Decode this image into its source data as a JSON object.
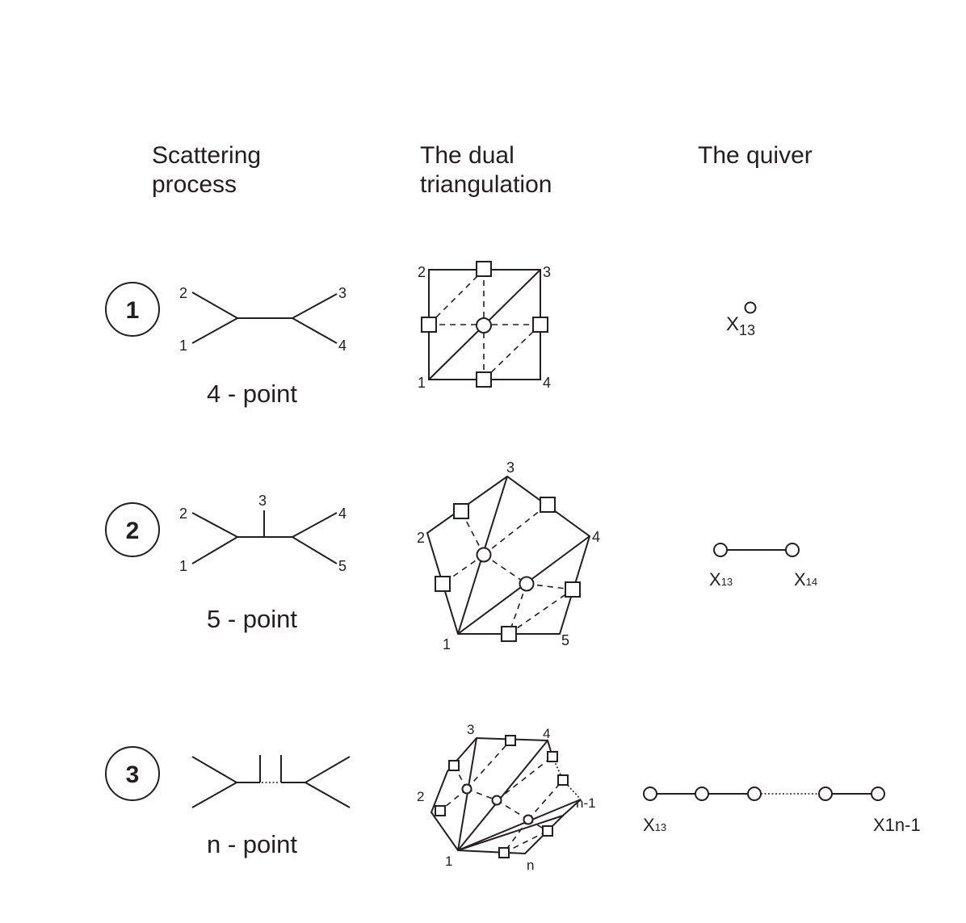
{
  "headers": {
    "scattering": "Scattering\nprocess",
    "dual": "The dual\ntriangulation",
    "quiver": "The quiver"
  },
  "rows": [
    {
      "badge": "1",
      "caption": "4 - point",
      "diagram_labels": [
        "1",
        "2",
        "3",
        "4"
      ],
      "triangulation_labels": [
        "1",
        "2",
        "3",
        "4"
      ],
      "quiver_labels": [
        {
          "base": "X",
          "sub": "13"
        }
      ]
    },
    {
      "badge": "2",
      "caption": "5 - point",
      "diagram_labels": [
        "1",
        "2",
        "3",
        "4",
        "5"
      ],
      "triangulation_labels": [
        "1",
        "2",
        "3",
        "4",
        "5"
      ],
      "quiver_labels": [
        {
          "base": "X",
          "sub": "13"
        },
        {
          "base": "X",
          "sub": "14"
        }
      ]
    },
    {
      "badge": "3",
      "caption": "n - point",
      "triangulation_labels": [
        "1",
        "2",
        "3",
        "4",
        "n-1",
        "n"
      ],
      "quiver_labels": [
        {
          "base": "X",
          "sub": "13"
        },
        {
          "base": "X1n-1",
          "sub": ""
        }
      ]
    }
  ]
}
